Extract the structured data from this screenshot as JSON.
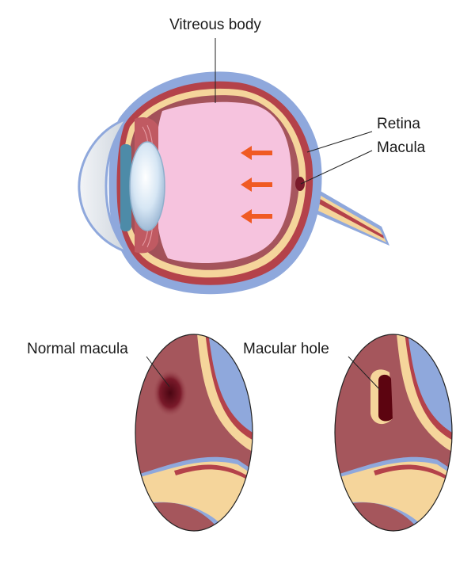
{
  "labels": {
    "vitreous_body": "Vitreous body",
    "retina": "Retina",
    "macula": "Macula",
    "normal_macula": "Normal macula",
    "macular_hole": "Macular hole"
  },
  "colors": {
    "sclera_blue": "#8fa8dc",
    "choroid_red": "#b4424a",
    "retina_cream": "#f5d59b",
    "vitreous_pink": "#f6c3de",
    "inner_wall": "#a5565c",
    "arrow_orange": "#f05a23",
    "hole_dark": "#5c0410"
  }
}
